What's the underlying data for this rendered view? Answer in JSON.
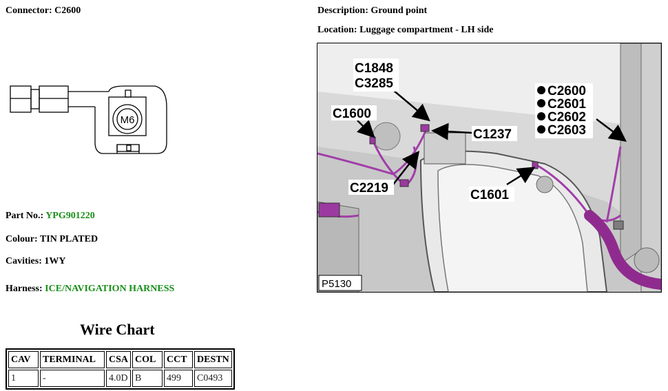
{
  "connector": {
    "label": "Connector:",
    "value": "C2600"
  },
  "description": {
    "label": "Description:",
    "value": "Ground point"
  },
  "location": {
    "label": "Location:",
    "value": "Luggage compartment - LH side"
  },
  "connector_drawing": {
    "stud_text": "M6"
  },
  "part_no": {
    "label": "Part No.:",
    "value": "YPG901220"
  },
  "colour": {
    "label": "Colour:",
    "value": "TIN PLATED"
  },
  "cavities": {
    "label": "Cavities:",
    "value": "1WY"
  },
  "harness": {
    "label": "Harness:",
    "value": "ICE/NAVIGATION HARNESS"
  },
  "wire_chart": {
    "title": "Wire Chart",
    "headers": [
      "CAV",
      "TERMINAL",
      "CSA",
      "COL",
      "CCT",
      "DESTN"
    ],
    "rows": [
      [
        "1",
        "-",
        "4.0D",
        "B",
        "499",
        "C0493"
      ]
    ]
  },
  "photo": {
    "reference": "P5130",
    "callouts": {
      "c1848": "C1848",
      "c3285": "C3285",
      "c1600": "C1600",
      "c1237": "C1237",
      "c2219": "C2219",
      "c1601": "C1601",
      "c2600": "C2600",
      "c2601": "C2601",
      "c2602": "C2602",
      "c2603": "C2603"
    }
  }
}
